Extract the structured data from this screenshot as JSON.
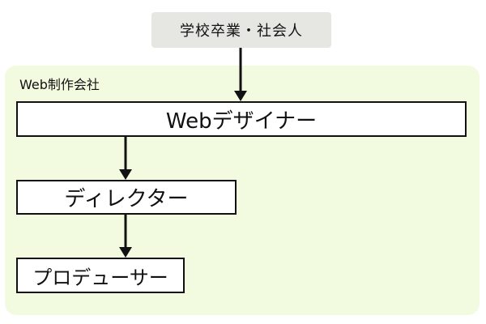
{
  "entry": {
    "label": "学校卒業・社会人"
  },
  "company": {
    "label": "Web制作会社"
  },
  "roles": [
    {
      "label": "Webデザイナー"
    },
    {
      "label": "ディレクター"
    },
    {
      "label": "プロデューサー"
    }
  ],
  "colors": {
    "entry_fill": "#e6e6e3",
    "company_fill": "#f2fbdf",
    "box_border": "#111111",
    "arrow": "#111111"
  }
}
